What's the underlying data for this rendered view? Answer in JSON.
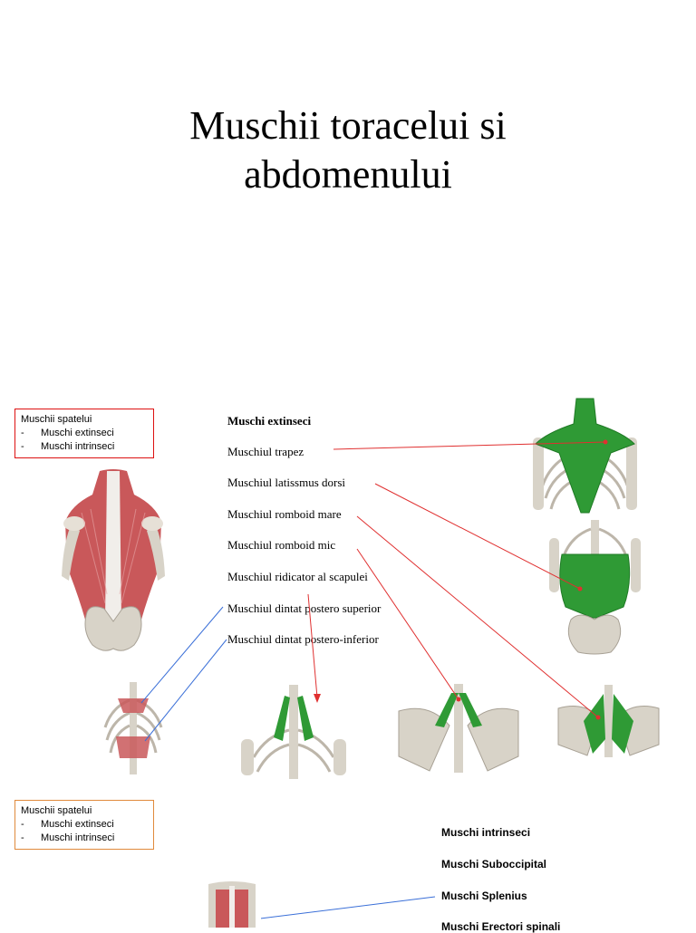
{
  "title": {
    "line1": "Muschii toracelui si",
    "line2": "abdomenului"
  },
  "slide1": {
    "box": {
      "heading": "Muschii spatelui",
      "items": [
        {
          "bullet": "-",
          "label": "Muschi extinseci"
        },
        {
          "bullet": "-",
          "label": "Muschi intrinseci"
        }
      ]
    },
    "section_heading": "Muschi extinseci",
    "muscles": [
      "Muschiul trapez",
      "Muschiul latissmus dorsi",
      "Muschiul romboid mare",
      "Muschiul romboid mic",
      "Muschiul ridicator al scapulei",
      "Muschiul dintat postero superior",
      "Muschiul dintat postero-inferior"
    ]
  },
  "slide2": {
    "box": {
      "heading": "Muschii spatelui",
      "items": [
        {
          "bullet": "-",
          "label": "Muschi extinseci"
        },
        {
          "bullet": "-",
          "label": "Muschi intrinseci"
        }
      ]
    },
    "muscles": [
      "Muschi intrinseci",
      "Muschi Suboccipital",
      "Muschi Splenius",
      "Muschi Erectori spinali"
    ]
  },
  "colors": {
    "pointer_red": "#e03030",
    "pointer_blue": "#3a6fd8",
    "muscle_green": "#2f9a35",
    "muscle_red": "#c9585a",
    "bone": "#d8d3c8"
  }
}
